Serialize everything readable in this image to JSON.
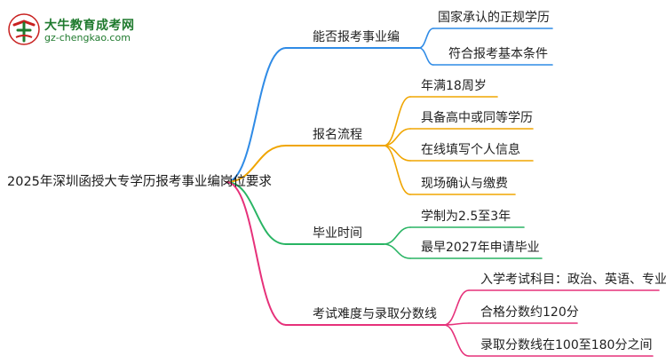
{
  "brand": {
    "name": "大牛教育成考网",
    "url": "gz-chengkao.com"
  },
  "mindmap": {
    "root": "2025年深圳函授大专学历报考事业编岗位要求",
    "branches": [
      {
        "label": "能否报考事业编",
        "color": "#2f8be6",
        "children": [
          "国家承认的正规学历",
          "符合报考基本条件"
        ]
      },
      {
        "label": "报名流程",
        "color": "#f0a500",
        "children": [
          "年满18周岁",
          "具备高中或同等学历",
          "在线填写个人信息",
          "现场确认与缴费"
        ]
      },
      {
        "label": "毕业时间",
        "color": "#28b463",
        "children": [
          "学制为2.5至3年",
          "最早2027年申请毕业"
        ]
      },
      {
        "label": "考试难度与录取分数线",
        "color": "#e6317a",
        "children": [
          "入学考试科目：政治、英语、专业基础",
          "合格分数约120分",
          "录取分数线在100至180分之间"
        ]
      }
    ]
  }
}
